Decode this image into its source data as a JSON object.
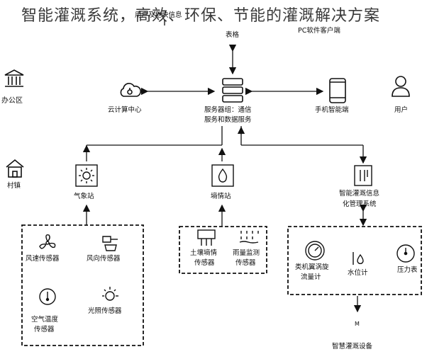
{
  "title": "智能灌溉系统，高效、环保、节能的灌溉解决方案",
  "nodes": {
    "user_land_info": "用户及地块信息",
    "table": "表格",
    "pc_client": "PC软件客户端",
    "office": "办公区",
    "cloud": "云计算中心",
    "server_line1": "服务器组：通信",
    "server_line2": "服务和数据服务",
    "mobile": "手机智能端",
    "user": "用户",
    "village": "村镇",
    "weather_station": "气象站",
    "soil_station": "墒情站",
    "irrigation_line1": "智能灌溉信息",
    "irrigation_line2": "化管理系统",
    "wind_speed": "风速传感器",
    "wind_dir": "风向传感器",
    "air_temp_line1": "空气温度",
    "air_temp_line2": "传感器",
    "light": "光照传感器",
    "soil_line1": "土壤墒情",
    "soil_line2": "传感器",
    "rain_line1": "雨量监测",
    "rain_line2": "传感器",
    "flow_line1": "类机翼涡旋",
    "flow_line2": "流量计",
    "water_level": "水位计",
    "pressure": "压力表",
    "device_m": "M",
    "smart_device": "智慧灌溉设备"
  },
  "icons": [
    "bank-icon",
    "cloud-icon",
    "server-icon",
    "tablet-icon",
    "user-icon",
    "house-icon",
    "sun-icon",
    "water-drop-icon",
    "control-panel-icon",
    "fan-icon",
    "wind-vane-icon",
    "thermometer-icon",
    "sunlight-icon",
    "soil-sensor-icon",
    "rain-gauge-icon",
    "flow-meter-icon",
    "water-level-icon",
    "pressure-gauge-icon"
  ]
}
